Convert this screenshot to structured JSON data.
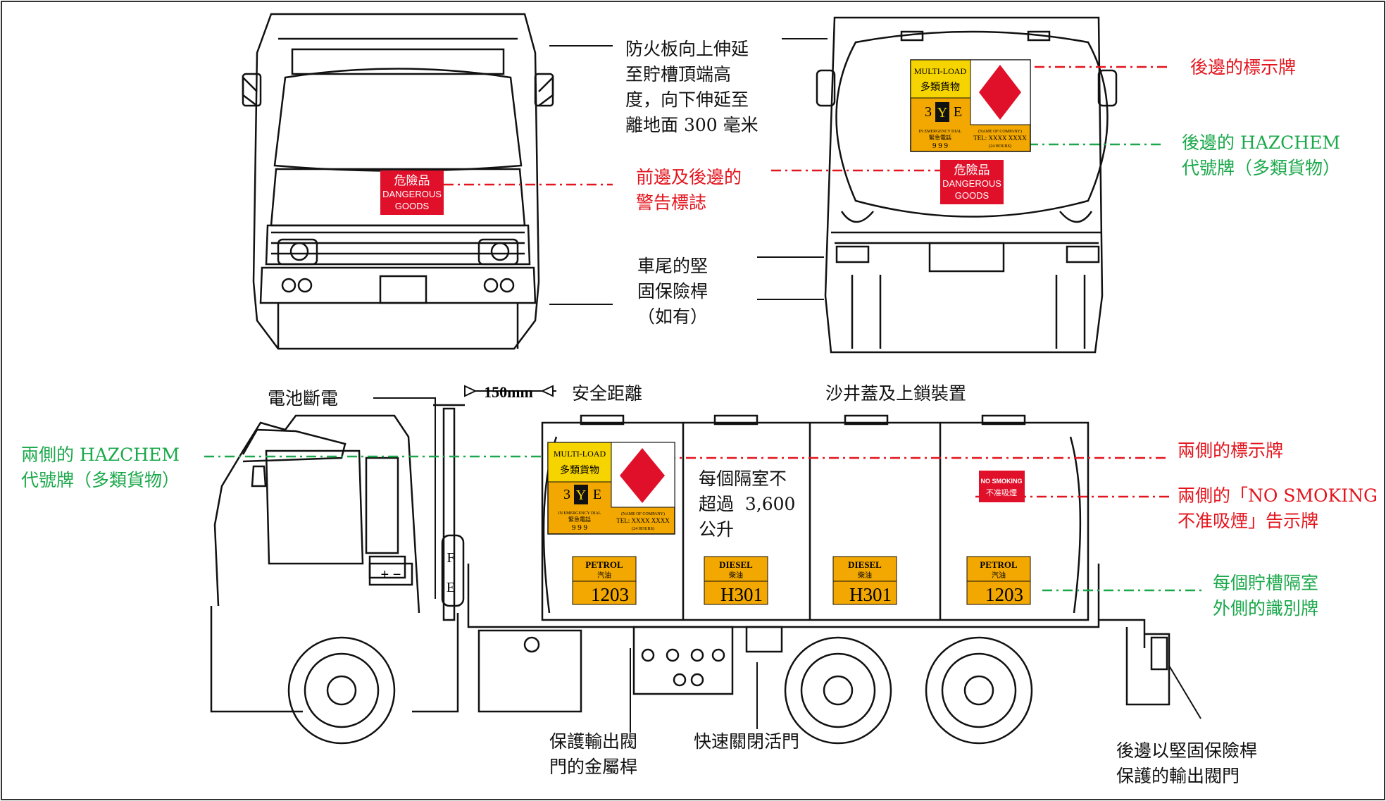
{
  "colors": {
    "red": "#e3141d",
    "green": "#1aa84a",
    "yellow": "#f5d400",
    "orange": "#f2a800",
    "placard_red": "#e0102a",
    "black": "#111111"
  },
  "labels": {
    "firewall": "防火板向上伸延\n至貯槽頂端高\n度，向下伸延至\n離地面 300 毫米",
    "front_rear_warning": "前邊及後邊的\n警告標誌",
    "rear_bumper": "車尾的堅\n固保險桿\n（如有）",
    "rear_placard": "後邊的標示牌",
    "rear_hazchem": "後邊的 HAZCHEM\n代號牌（多類貨物）",
    "battery": "電池斷電",
    "distance_value": "150mm",
    "safety_distance": "安全距離",
    "manhole": "沙井蓋及上鎖裝置",
    "side_hazchem": "兩側的 HAZCHEM\n代號牌（多類貨物）",
    "side_placard": "兩側的標示牌",
    "side_no_smoking": "兩側的「NO SMOKING\n不准吸煙」告示牌",
    "compartment_limit": "每個隔室不\n超過  3,600\n公升",
    "compartment_id": "每個貯槽隔室\n外側的識別牌",
    "valve_bars": "保護輸出閥\n門的金屬桿",
    "quick_valve": "快速關閉活門",
    "rear_outlet": "後邊以堅固保險桿\n保護的輸出閥門"
  },
  "signs": {
    "dg_cn": "危險品",
    "dg_en1": "DANGEROUS",
    "dg_en2": "GOODS",
    "multi_load": "MULTI-LOAD",
    "multi_cn": "多類貨物",
    "hazchem_code_pre": "3",
    "hazchem_code_mid": "Y",
    "hazchem_code_post": "E",
    "emergency": "IN EMERGENCY DIAL",
    "emergency_cn": "緊急電話",
    "emergency_num": "9 9 9",
    "company": "(NAME OF COMPANY)",
    "tel": "TEL: XXXX XXXX",
    "hours": "(24 HOURS)",
    "no_smoking_en": "NO SMOKING",
    "no_smoking_cn": "不准吸煙",
    "fe": "F\nE",
    "battery_sign": "+ −"
  },
  "compartments": [
    {
      "product": "PETROL",
      "product_cn": "汽油",
      "un": "1203"
    },
    {
      "product": "DIESEL",
      "product_cn": "柴油",
      "un": "H301"
    },
    {
      "product": "DIESEL",
      "product_cn": "柴油",
      "un": "H301"
    },
    {
      "product": "PETROL",
      "product_cn": "汽油",
      "un": "1203"
    }
  ]
}
